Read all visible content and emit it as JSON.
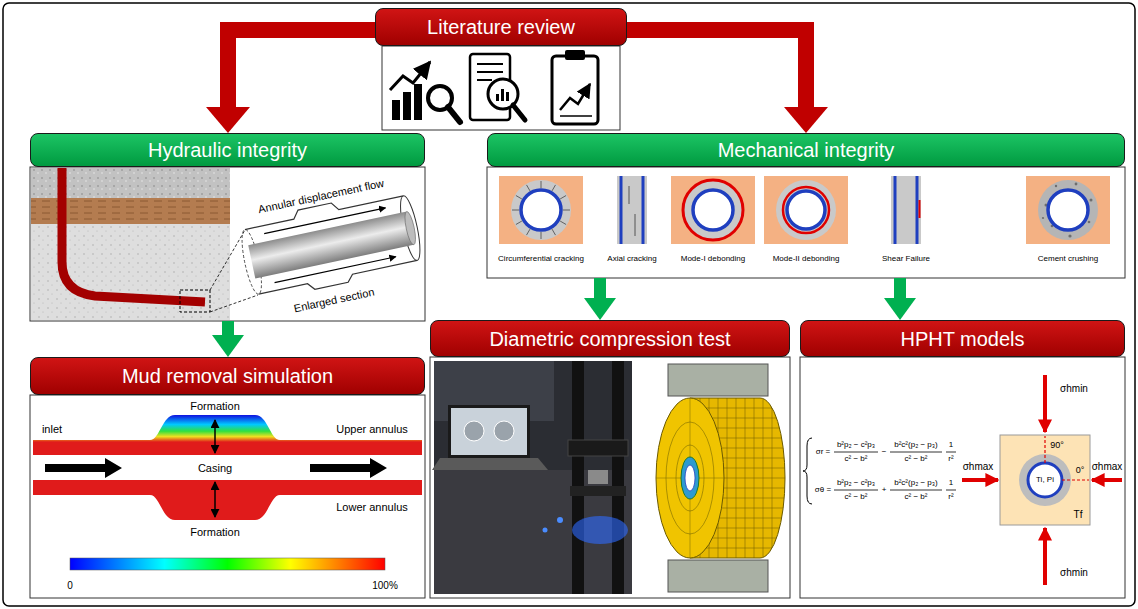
{
  "diagram": {
    "nodes": [
      {
        "text": [
          "Literature review"
        ]
      },
      {
        "text": [
          "Hydraulic integrity"
        ]
      },
      {
        "text": [
          "Mechanical integrity"
        ]
      },
      {
        "text": [
          "Mud removal simulation"
        ]
      },
      {
        "text": [
          "Diametric compression test"
        ]
      },
      {
        "text": [
          "HPHT models"
        ]
      }
    ],
    "edges": [
      {
        "from": 0,
        "to": 1,
        "arrow": "to"
      },
      {
        "from": 0,
        "to": 2,
        "arrow": "to"
      },
      {
        "from": 1,
        "to": 3,
        "arrow": "to"
      },
      {
        "from": 2,
        "to": 4,
        "arrow": "to"
      },
      {
        "from": 2,
        "to": 5,
        "arrow": "to"
      }
    ],
    "labels": [
      "Annular displacement flow",
      "Enlarged section",
      "Circumferential cracking",
      "Axial cracking",
      "Mode-I debonding",
      "Mode-II debonding",
      "Shear Failure",
      "Cement crushing",
      "Formation",
      "inlet",
      "Upper annulus",
      "Casing",
      "Lower annulus",
      "Formation",
      "0",
      "100%",
      "σr =",
      "b²p₂ − c²p₃",
      "c² − b²",
      "−",
      "b²c²(p₂ − p₃)",
      "c² − b²",
      "1",
      "r²",
      "σθ =",
      "b²p₂ − c²p₃",
      "c² − b²",
      "+",
      "b²c²(p₂ − p₃)",
      "c² − b²",
      "1",
      "r²",
      "σhmin",
      "90°",
      "σhmax",
      "0°",
      "Ti, Pi",
      "σhmax",
      "Tf",
      "σhmin"
    ]
  }
}
